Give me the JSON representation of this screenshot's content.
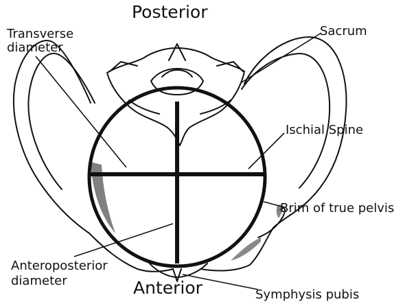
{
  "orientation": {
    "top": "Posterior",
    "bottom": "Anterior"
  },
  "labels": {
    "transverse_line1": "Transverse",
    "transverse_line2": "diameter",
    "sacrum": "Sacrum",
    "ischial_spine": "Ischial Spine",
    "brim": "Brim of true pelvis",
    "ap_line1": "Anteroposterior",
    "ap_line2": "diameter",
    "symphysis": "Symphysis pubis"
  },
  "colors": {
    "ink": "#111111",
    "shade": "#555555",
    "background": "#ffffff"
  }
}
